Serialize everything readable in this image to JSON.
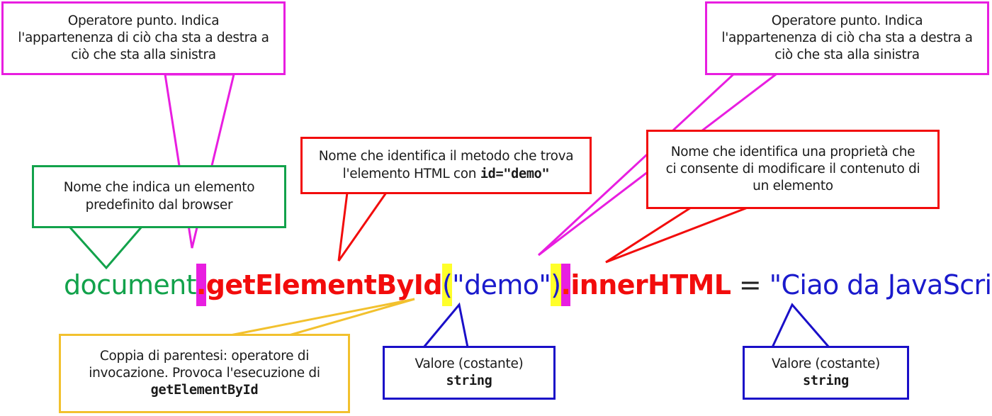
{
  "callouts": {
    "dot_left": [
      "Operatore punto. Indica",
      "l'appartenenza di ciò cha sta a destra a",
      "ciò che sta alla sinistra"
    ],
    "dot_right": [
      "Operatore punto. Indica",
      "l'appartenenza di ciò cha sta a destra a",
      "ciò che sta alla sinistra"
    ],
    "document": [
      "Nome che indica un elemento",
      "predefinito dal browser"
    ],
    "method_line1": "Nome che identifica il metodo che trova",
    "method_line2_prefix": "l'elemento HTML con ",
    "method_line2_code": "id=\"demo\"",
    "property": [
      "Nome che identifica una proprietà che",
      "ci consente di modificare il contenuto di",
      "un elemento"
    ],
    "parens": [
      "Coppia di parentesi: operatore di",
      "invocazione. Provoca l'esecuzione di"
    ],
    "parens_code": "getElementById",
    "value_left": "Valore (costante)",
    "value_left_code": "string",
    "value_right": "Valore (costante)",
    "value_right_code": "string"
  },
  "code": {
    "document": "document",
    "dot1": ".",
    "method": "getElementById",
    "paren_open": "(",
    "arg": "\"demo\"",
    "paren_close": ")",
    "dot2": ".",
    "property": "innerHTML",
    "assign": " = ",
    "value": "\"Ciao da JavaScript\"",
    "end": ";"
  },
  "colors": {
    "magenta": "#e81ee0",
    "red": "#f20c0c",
    "green": "#12a24b",
    "yellow": "#f2c12e",
    "blue": "#1a0fc8",
    "code_blue": "#1a1acc",
    "highlight_yellow": "#ffff2a"
  }
}
